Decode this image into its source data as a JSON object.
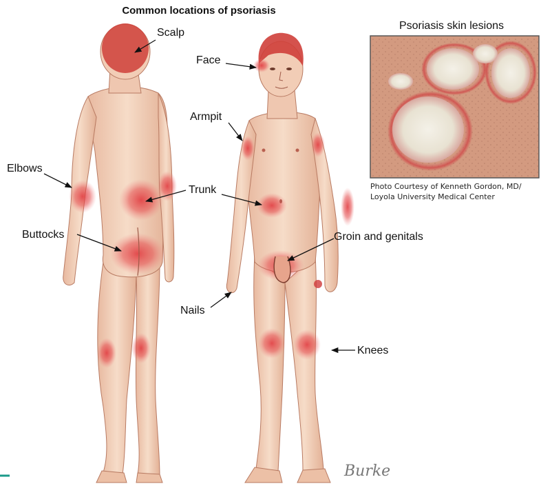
{
  "title": "Common locations of psoriasis",
  "photo": {
    "title": "Psoriasis skin lesions",
    "credit_line1": "Photo Courtesy of Kenneth Gordon, MD/",
    "credit_line2": "Loyola University Medical Center"
  },
  "labels": {
    "scalp": "Scalp",
    "face": "Face",
    "armpit": "Armpit",
    "elbows": "Elbows",
    "trunk": "Trunk",
    "buttocks": "Buttocks",
    "groin": "Groin and genitals",
    "nails": "Nails",
    "knees": "Knees"
  },
  "signature": "Burke",
  "colors": {
    "skin": "#f3d2bc",
    "skin_shadow": "#e2b298",
    "lesion": "#e0343a",
    "hair": "#c8403a",
    "accent": "#1a9a8a"
  }
}
